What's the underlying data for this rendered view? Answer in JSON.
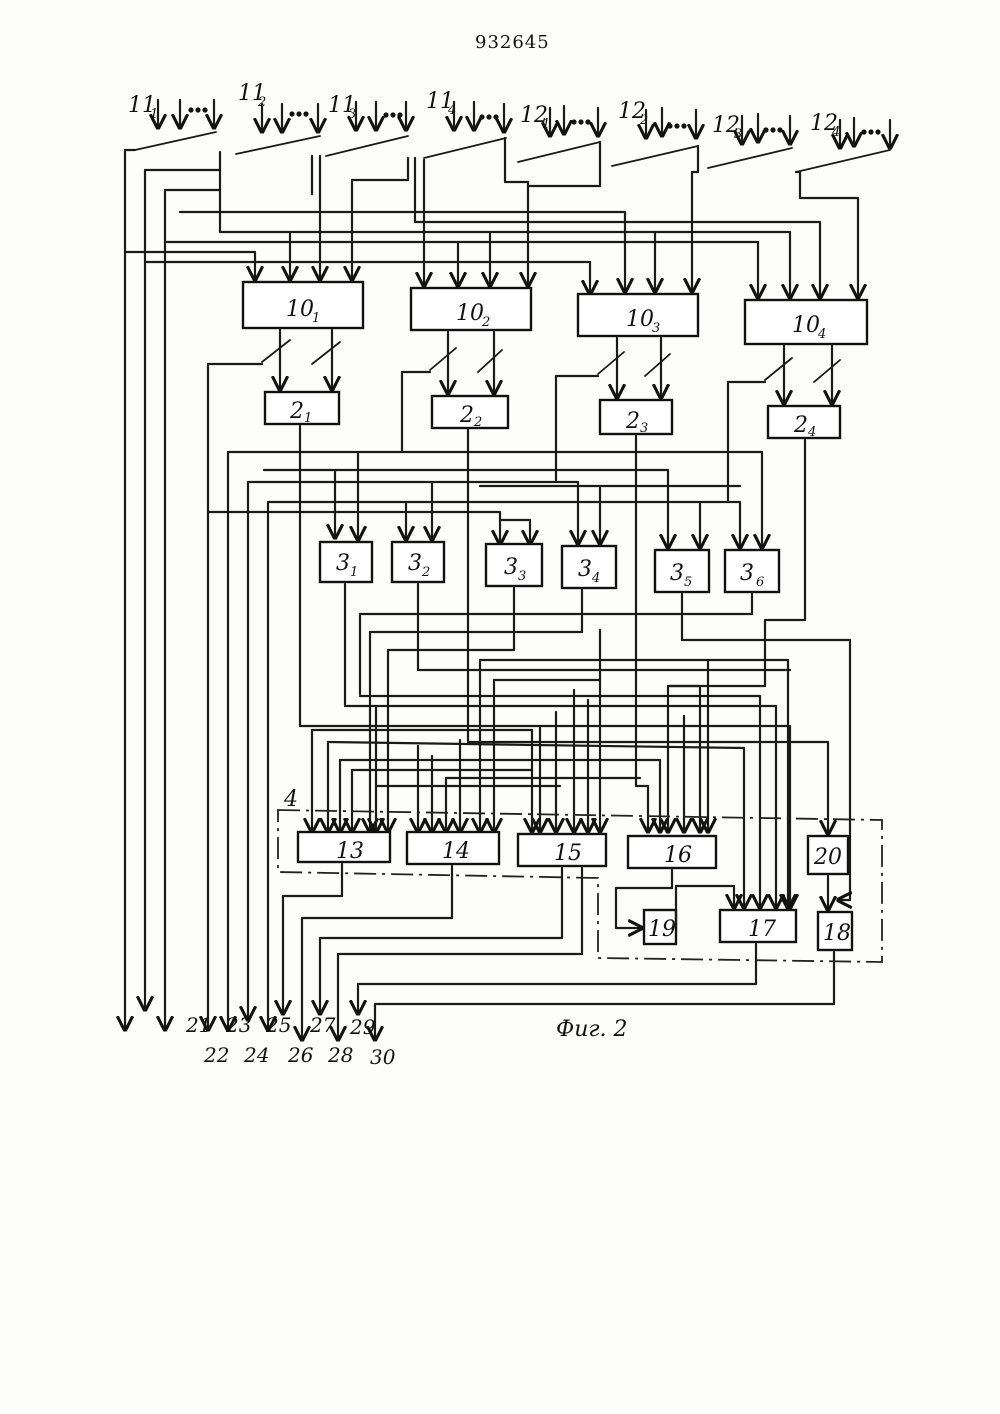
{
  "patent_number": "932645",
  "caption": "Фиг. 2",
  "group_label": "4",
  "inputs": [
    {
      "main": "11",
      "sub": "1"
    },
    {
      "main": "11",
      "sub": "2"
    },
    {
      "main": "11",
      "sub": "3"
    },
    {
      "main": "11",
      "sub": "4"
    },
    {
      "main": "12",
      "sub": "1"
    },
    {
      "main": "12",
      "sub": "2"
    },
    {
      "main": "12",
      "sub": "3"
    },
    {
      "main": "12",
      "sub": "4"
    }
  ],
  "blocks10": [
    {
      "main": "10",
      "sub": "1"
    },
    {
      "main": "10",
      "sub": "2"
    },
    {
      "main": "10",
      "sub": "3"
    },
    {
      "main": "10",
      "sub": "4"
    }
  ],
  "blocks2": [
    {
      "main": "2",
      "sub": "1"
    },
    {
      "main": "2",
      "sub": "2"
    },
    {
      "main": "2",
      "sub": "3"
    },
    {
      "main": "2",
      "sub": "4"
    }
  ],
  "blocks3": [
    {
      "main": "3",
      "sub": "1"
    },
    {
      "main": "3",
      "sub": "2"
    },
    {
      "main": "3",
      "sub": "3"
    },
    {
      "main": "3",
      "sub": "4"
    },
    {
      "main": "3",
      "sub": "5"
    },
    {
      "main": "3",
      "sub": "6"
    }
  ],
  "lower_blocks": [
    "13",
    "14",
    "15",
    "16",
    "17",
    "18",
    "19",
    "20"
  ],
  "outputs": [
    "21",
    "22",
    "23",
    "24",
    "25",
    "26",
    "27",
    "28",
    "29",
    "30"
  ]
}
